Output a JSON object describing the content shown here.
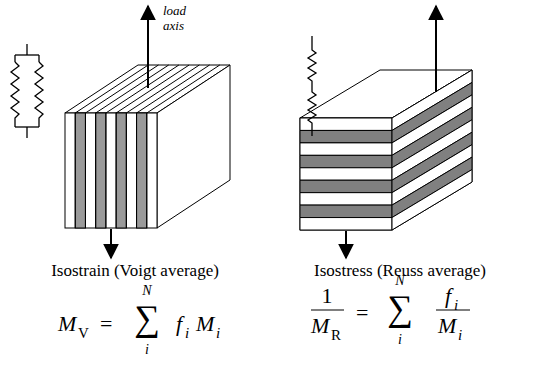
{
  "diagram": {
    "labels": [
      "load axis",
      "Isostrain (Voigt average)",
      "Isostress (Reuss average)",
      "M",
      "V",
      "=",
      "∑",
      "N",
      "i",
      "f",
      "i",
      "M",
      "i",
      "1",
      "M",
      "R",
      "=",
      "∑",
      "N",
      "i",
      "f",
      "i",
      "M",
      "i"
    ]
  }
}
